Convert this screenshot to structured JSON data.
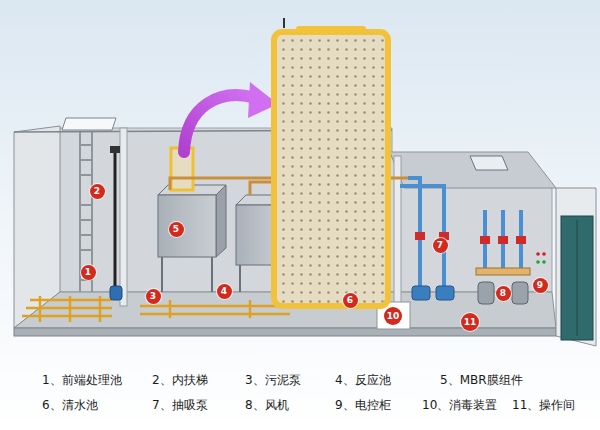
{
  "diagram": {
    "labels": [
      "1",
      "2",
      "3",
      "4",
      "5",
      "6",
      "7",
      "8",
      "9",
      "10",
      "11",
      "1、前端处理池",
      "2、内扶梯",
      "3、污泥泵",
      "4、反应池",
      "5、MBR膜组件",
      "6、清水池",
      "7、抽吸泵",
      "8、风机",
      "9、电控柜",
      "10、消毒装置",
      "11、操作间"
    ]
  }
}
